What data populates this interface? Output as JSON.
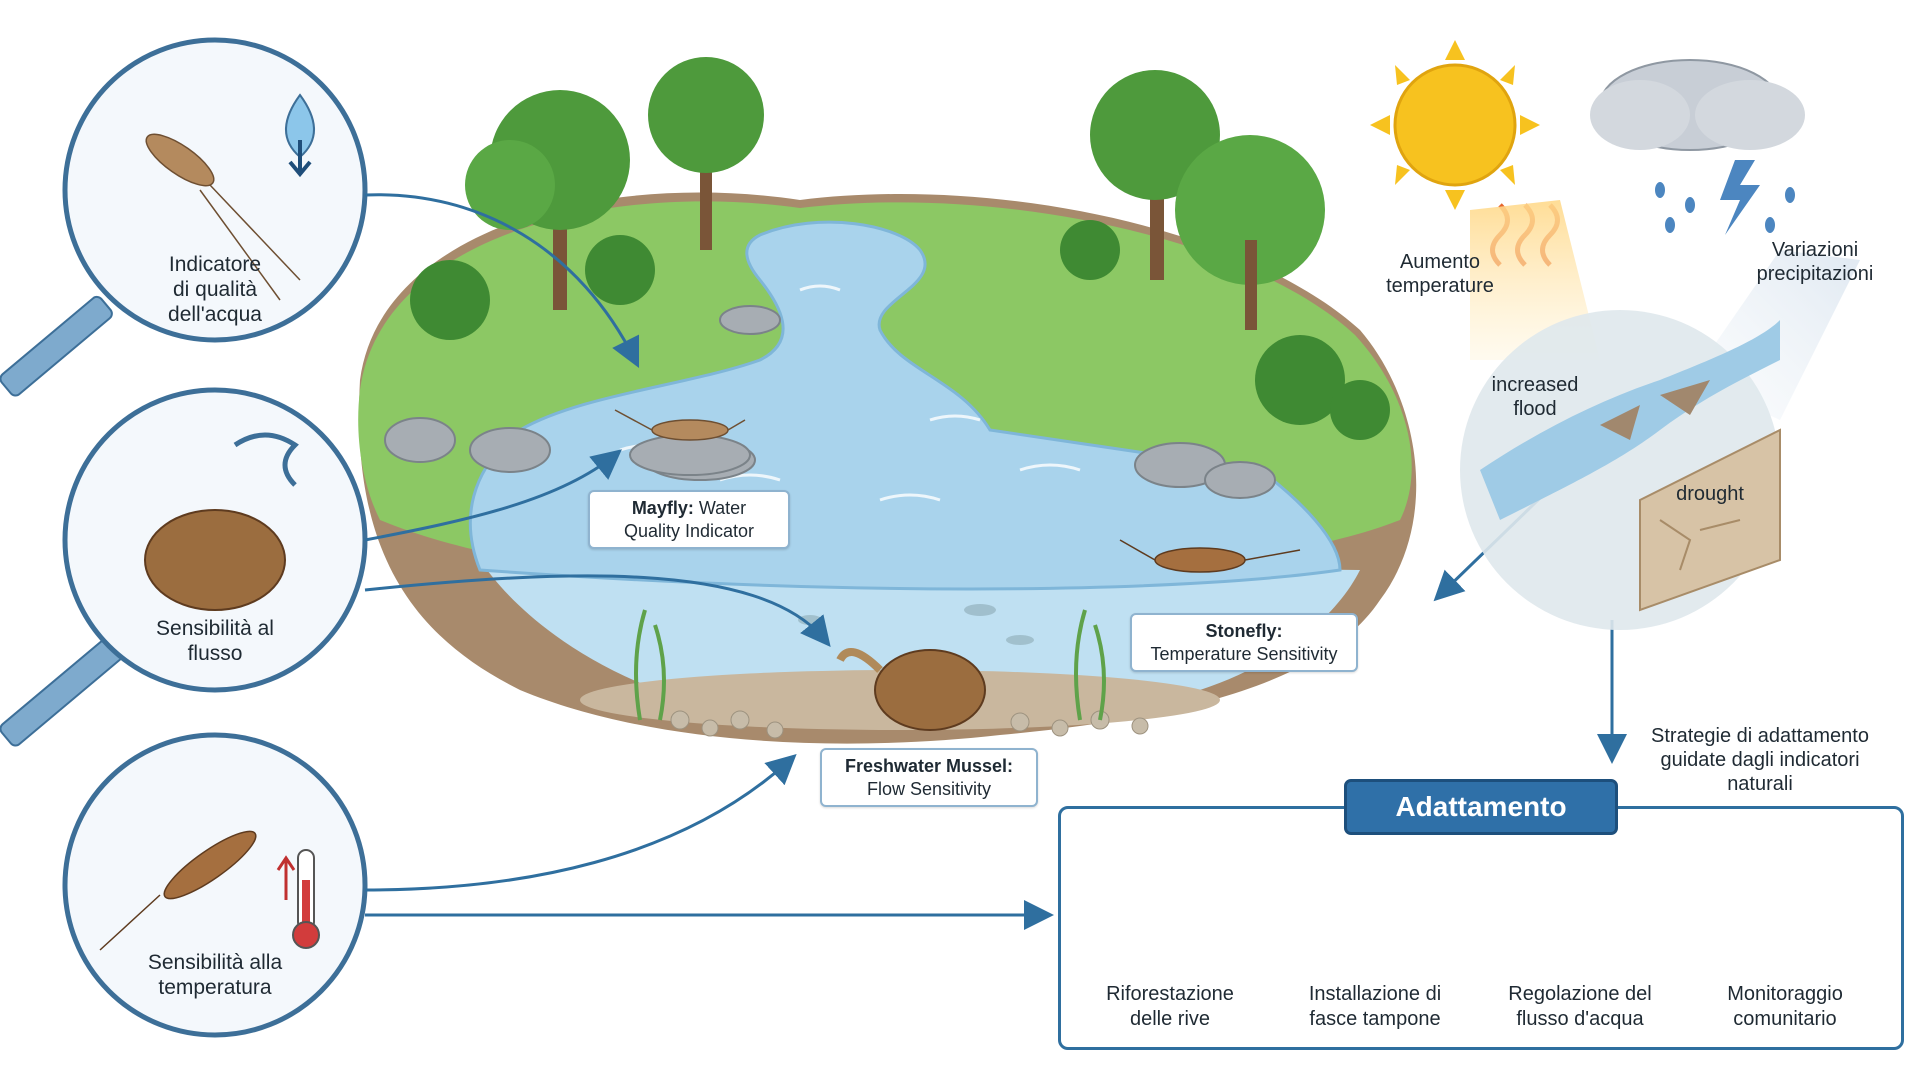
{
  "indicators": {
    "water_quality": "Indicatore\ndi qualità\ndell'acqua",
    "flow": "Sensibilità al\nflusso",
    "temperature": "Sensibilità alla\ntemperatura"
  },
  "species_tags": {
    "mayfly": {
      "name": "Mayfly:",
      "desc": " Water\nQuality Indicator"
    },
    "stonefly": {
      "name": "Stonefly:",
      "desc": "Temperature Sensitivity"
    },
    "mussel": {
      "name": "Freshwater Mussel:",
      "desc": "Flow Sensitivity"
    }
  },
  "climate": {
    "temp_rise": "Aumento\ntemperature",
    "precip": "Variazioni\nprecipitazioni",
    "flood": "increased\nflood",
    "drought": "drought"
  },
  "strategy_note": "Strategie di adattamento\nguidate dagli indicatori\nnaturali",
  "adaptation": {
    "title": "Adattamento",
    "items": [
      "Riforestazione\ndelle rive",
      "Installazione di\nfasce tampone",
      "Regolazione del\nflusso d'acqua",
      "Monitoraggio\ncomunitario"
    ]
  },
  "colors": {
    "accent": "#2f70a8",
    "water": "#a9d3ec",
    "grass": "#8cc864",
    "tree": "#4e9a3c",
    "sun": "#f7c21f"
  }
}
